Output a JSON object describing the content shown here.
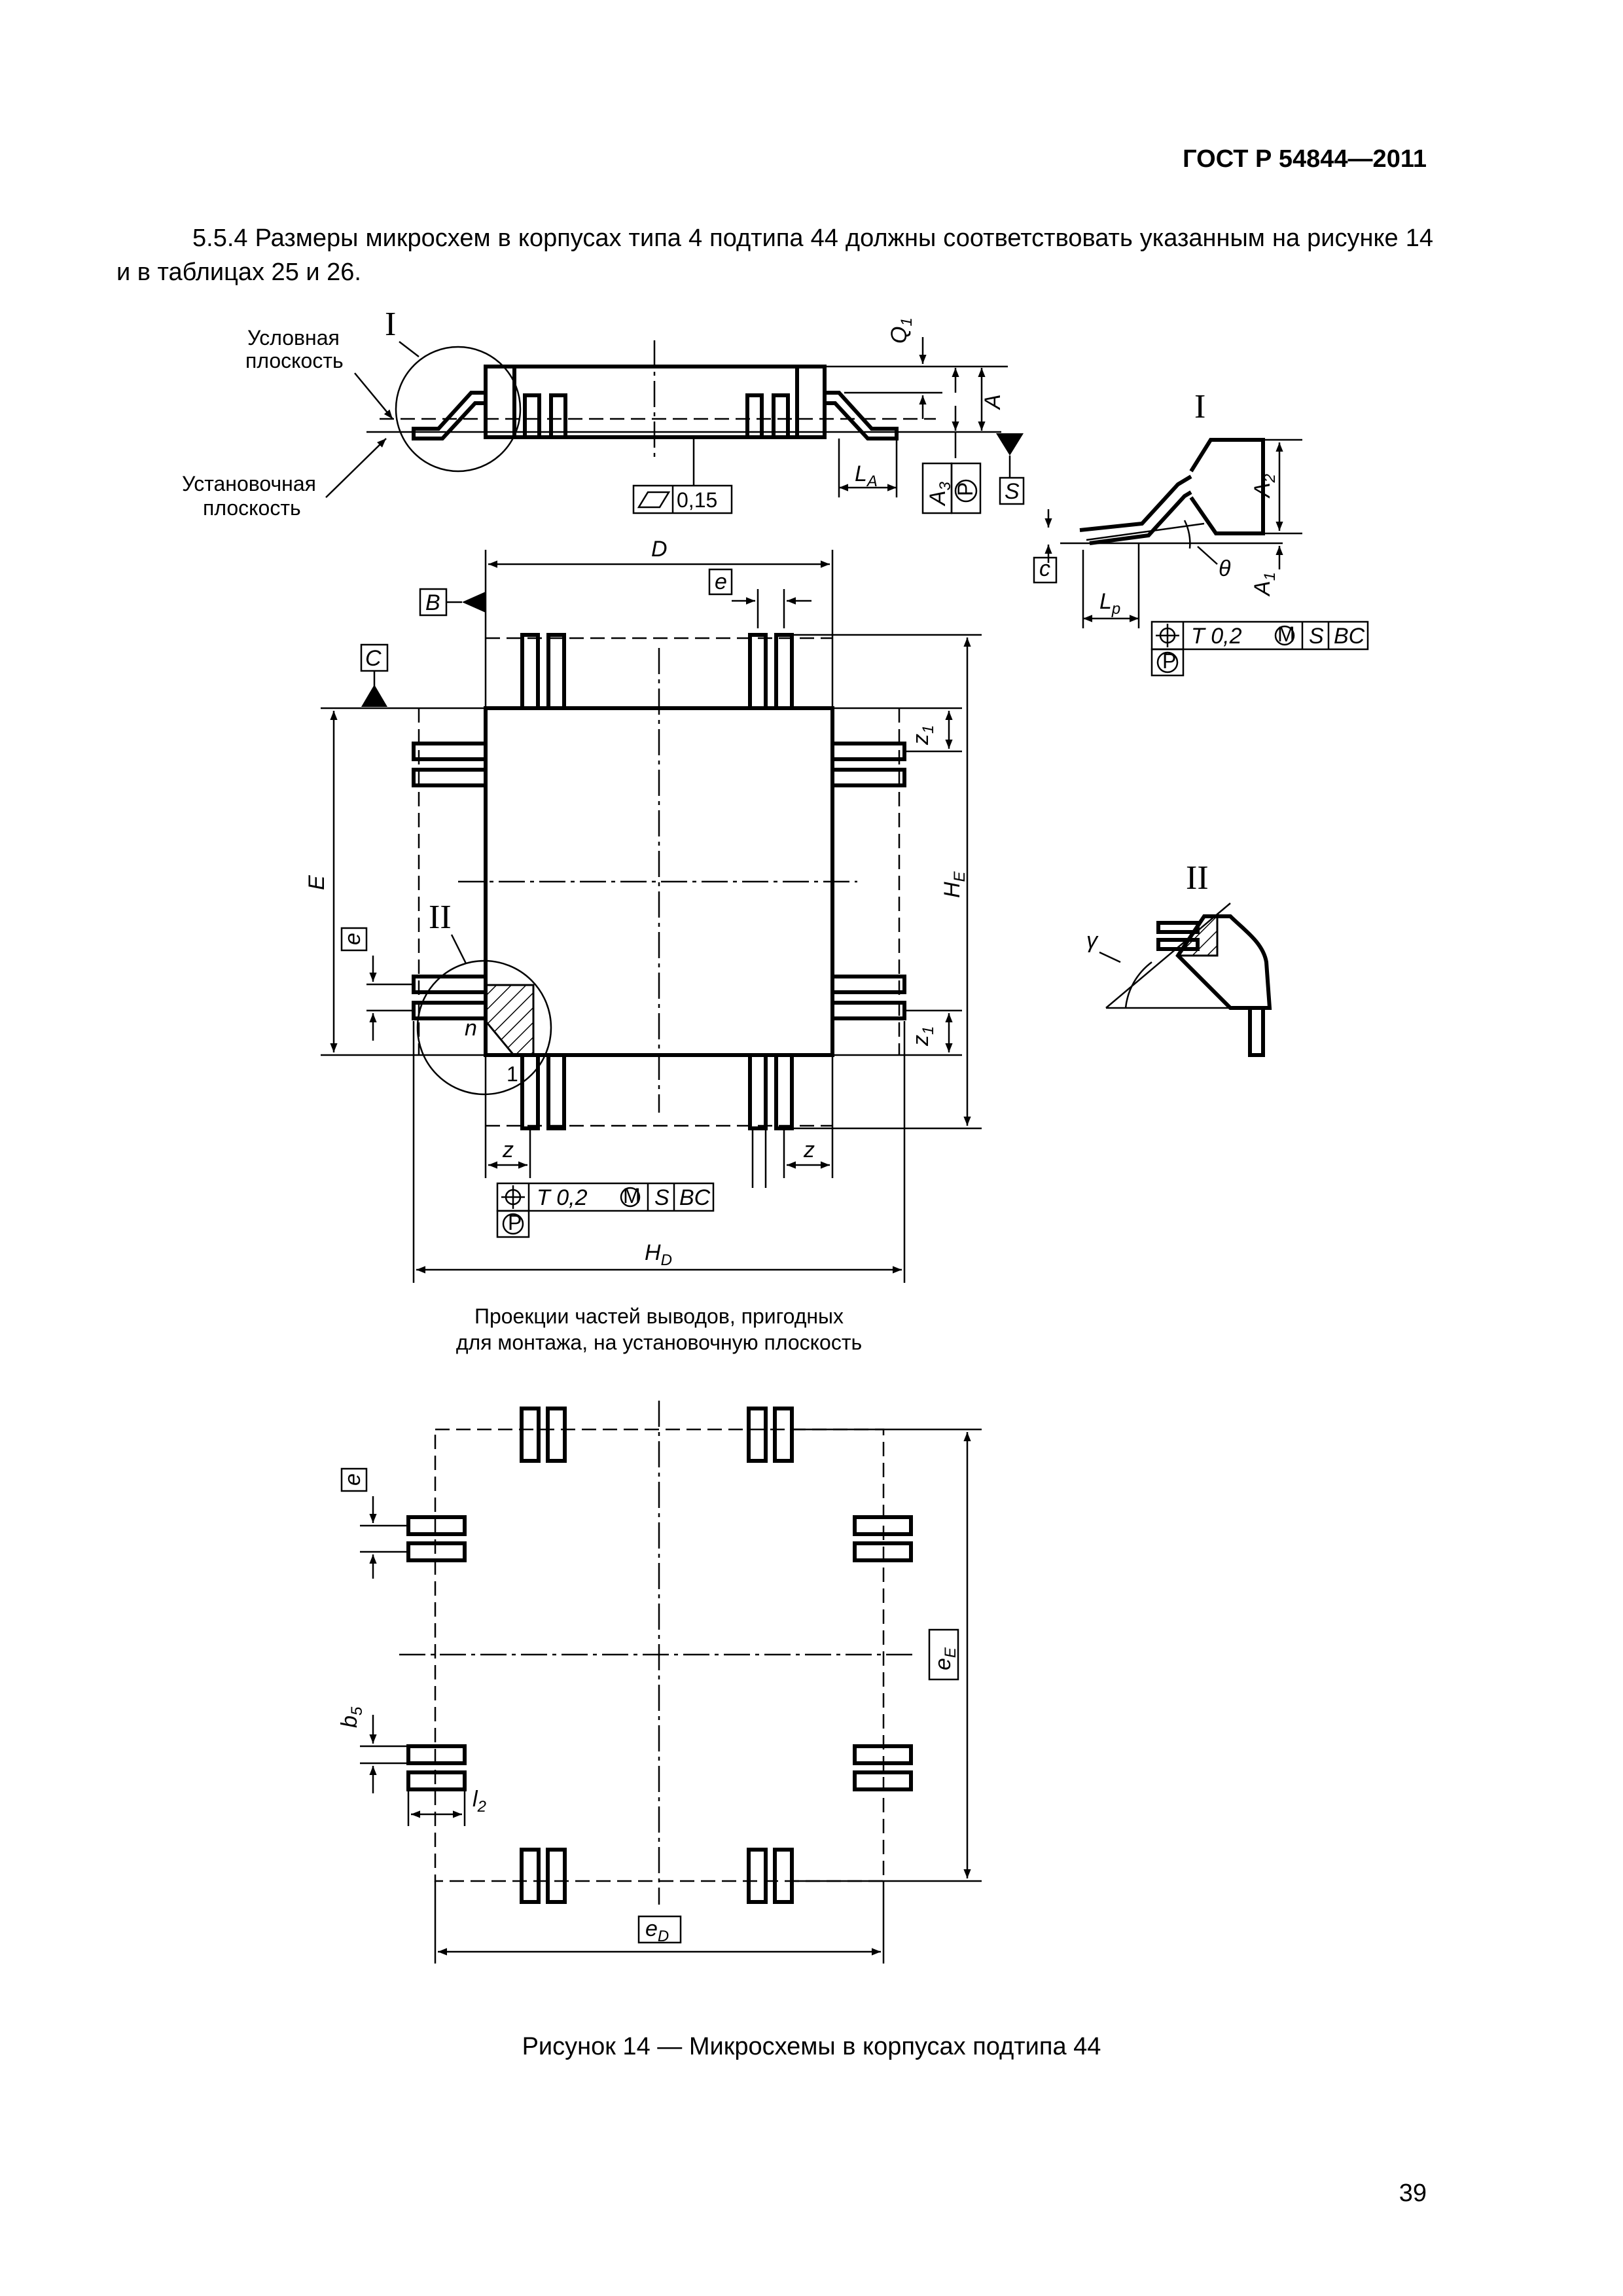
{
  "header": {
    "standard": "ГОСТ Р 54844—2011"
  },
  "paragraph": "5.5.4 Размеры микросхем в корпусах типа 4 подтипа 44 должны соответствовать указанным на рисунке 14 и в таблицах 25 и 26.",
  "figure": {
    "caption": "Рисунок 14 — Микросхемы в корпусах подтипа 44",
    "side_view": {
      "label_conventional_plane_1": "Условная",
      "label_conventional_plane_2": "плоскость",
      "label_seating_plane_1": "Установочная",
      "label_seating_plane_2": "плоскость",
      "detail_I": "I",
      "flatness_value": "0,15",
      "dim_Q1": "Q",
      "dim_Q1_sub": "1",
      "dim_A": "A",
      "dim_LA": "L",
      "dim_LA_sub": "A",
      "dim_A3": "A",
      "dim_A3_sub": "3",
      "datum_S": "S",
      "symbol_P": "P"
    },
    "detail_I": {
      "title": "I",
      "dim_A2": "A",
      "dim_A2_sub": "2",
      "dim_A1": "A",
      "dim_A1_sub": "1",
      "dim_c": "c",
      "dim_theta": "θ",
      "dim_Lp": "L",
      "dim_Lp_sub": "p",
      "tolerance": "T 0,2",
      "modifier_M": "M",
      "datum_S": "S",
      "datum_BC": "BC",
      "symbol_P": "P"
    },
    "top_view": {
      "dim_D": "D",
      "dim_e": "e",
      "datum_B": "B",
      "datum_C": "C",
      "dim_E": "E",
      "dim_HE": "H",
      "dim_HE_sub": "E",
      "dim_z1_top": "z",
      "dim_z1_bottom": "z",
      "dim_z1_sub": "1",
      "dim_e_left": "e",
      "detail_II": "II",
      "label_n": "n",
      "label_1": "1",
      "dim_z_left": "z",
      "dim_z_right": "z",
      "tolerance": "T 0,2",
      "modifier_M": "M",
      "datum_S": "S",
      "datum_BC": "BC",
      "symbol_P": "P",
      "dim_HD": "H",
      "dim_HD_sub": "D"
    },
    "detail_II": {
      "title": "II",
      "dim_gamma": "γ"
    },
    "projection": {
      "title_line1": "Проекции частей выводов, пригодных",
      "title_line2": "для монтажа, на установочную плоскость",
      "dim_e": "e",
      "dim_b5": "b",
      "dim_b5_sub": "5",
      "dim_l2": "l",
      "dim_l2_sub": "2",
      "dim_eE": "e",
      "dim_eE_sub": "E",
      "dim_eD": "e",
      "dim_eD_sub": "D"
    }
  },
  "page_number": "39"
}
